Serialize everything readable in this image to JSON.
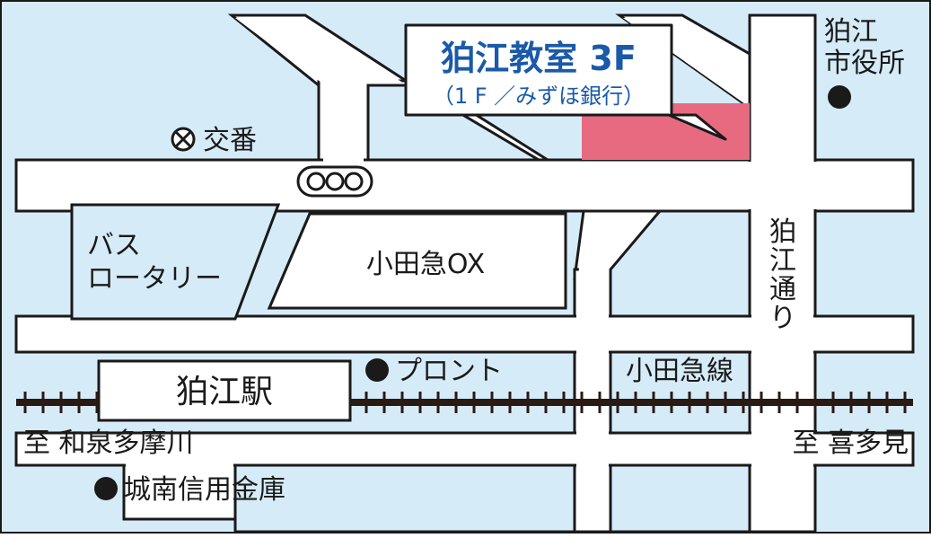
{
  "colors": {
    "water_bg": "#d6ebf8",
    "road": "#ffffff",
    "road_stroke": "#1a1a1a",
    "highlight": "#e86a80",
    "callout_text": "#1a5aa8",
    "rail": "#2a1a14"
  },
  "callout": {
    "title": "狛江教室 3F",
    "subtitle": "（1 F ／みずほ銀行）"
  },
  "labels": {
    "city_hall_line1": "狛江",
    "city_hall_line2": "市役所",
    "koban": "交番",
    "bus_line1": "バス",
    "bus_line2": "ロータリー",
    "odakyu_ox": "小田急OX",
    "komae_dori_1": "狛",
    "komae_dori_2": "江",
    "komae_dori_3": "通",
    "komae_dori_4": "り",
    "pronto": "プロント",
    "komae_station": "狛江駅",
    "odakyu_line": "小田急線",
    "to_izumi": "至 和泉多摩川",
    "to_kitami": "至 喜多見",
    "jonan_bank": "城南信用金庫"
  },
  "icons": {
    "koban": "police-box-icon",
    "traffic_signal": "traffic-signal-icon",
    "city_hall_marker": "dot-marker-icon",
    "pronto_marker": "dot-marker-icon",
    "bank_marker": "dot-marker-icon"
  }
}
